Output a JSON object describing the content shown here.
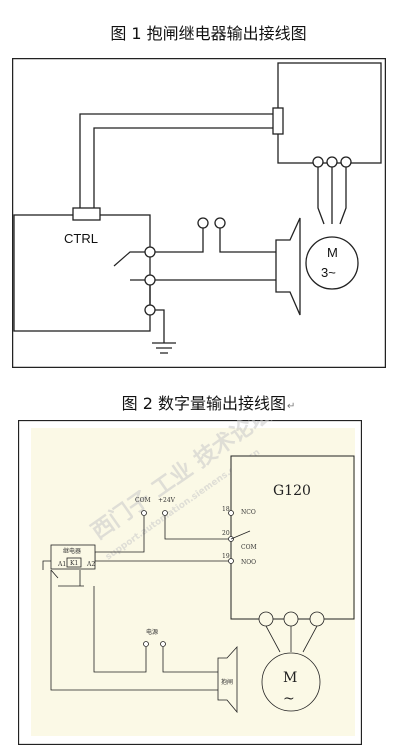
{
  "figure1": {
    "caption": "图 1  抱闸继电器输出接线图",
    "ctrl_label": "CTRL",
    "motor_label": "M",
    "motor_phase": "3~"
  },
  "figure2": {
    "caption": "图 2  数字量输出接线图",
    "return_mark": "↵",
    "drive_label": "G120",
    "terminal_18": "18",
    "terminal_20": "20",
    "terminal_19": "19",
    "nco_label": "NCO",
    "com_label_drive": "COM",
    "noo_label": "NOO",
    "com_supply": "COM",
    "plus24_supply": "+24V",
    "relay_label": "继电器",
    "relay_k1": "K1",
    "relay_a1": "A1",
    "relay_a2": "A2",
    "power_label": "电源",
    "brake_label": "抱闸",
    "motor_label": "M",
    "motor_tilde": "~"
  },
  "watermark": {
    "text_cn": "西门子 工业 技术论坛",
    "text_en": "support.automation.siemens.com.cn"
  }
}
